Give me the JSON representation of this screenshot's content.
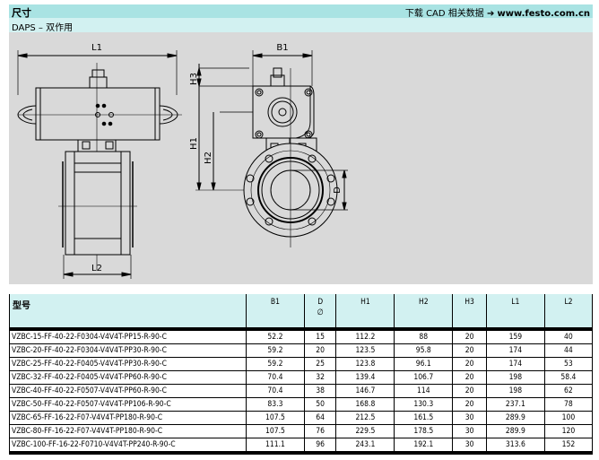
{
  "header": {
    "title": "尺寸",
    "cad_link_prefix": "下载 CAD 相关数据 ➔ ",
    "cad_link_url": "www.festo.com.cn",
    "subtitle": "DAPS – 双作用"
  },
  "drawing": {
    "labels": {
      "L1": "L1",
      "L2": "L2",
      "B1": "B1",
      "H1": "H1",
      "H2": "H2",
      "H3": "H3",
      "D": "D"
    }
  },
  "table": {
    "columns": [
      "型号",
      "B1",
      "D",
      "H1",
      "H2",
      "H3",
      "L1",
      "L2"
    ],
    "d_symbol": "∅",
    "rows": [
      [
        "VZBC-15-FF-40-22-F0304-V4V4T-PP15-R-90-C",
        "52.2",
        "15",
        "112.2",
        "88",
        "20",
        "159",
        "40"
      ],
      [
        "VZBC-20-FF-40-22-F0304-V4V4T-PP30-R-90-C",
        "59.2",
        "20",
        "123.5",
        "95.8",
        "20",
        "174",
        "44"
      ],
      [
        "VZBC-25-FF-40-22-F0405-V4V4T-PP30-R-90-C",
        "59.2",
        "25",
        "123.8",
        "96.1",
        "20",
        "174",
        "53"
      ],
      [
        "VZBC-32-FF-40-22-F0405-V4V4T-PP60-R-90-C",
        "70.4",
        "32",
        "139.4",
        "106.7",
        "20",
        "198",
        "58.4"
      ],
      [
        "VZBC-40-FF-40-22-F0507-V4V4T-PP60-R-90-C",
        "70.4",
        "38",
        "146.7",
        "114",
        "20",
        "198",
        "62"
      ],
      [
        "VZBC-50-FF-40-22-F0507-V4V4T-PP106-R-90-C",
        "83.3",
        "50",
        "168.8",
        "130.3",
        "20",
        "237.1",
        "78"
      ],
      [
        "VZBC-65-FF-16-22-F07-V4V4T-PP180-R-90-C",
        "107.5",
        "64",
        "212.5",
        "161.5",
        "30",
        "289.9",
        "100"
      ],
      [
        "VZBC-80-FF-16-22-F07-V4V4T-PP180-R-90-C",
        "107.5",
        "76",
        "229.5",
        "178.5",
        "30",
        "289.9",
        "120"
      ],
      [
        "VZBC-100-FF-16-22-F0710-V4V4T-PP240-R-90-C",
        "111.1",
        "96",
        "243.1",
        "192.1",
        "30",
        "313.6",
        "152"
      ]
    ]
  }
}
